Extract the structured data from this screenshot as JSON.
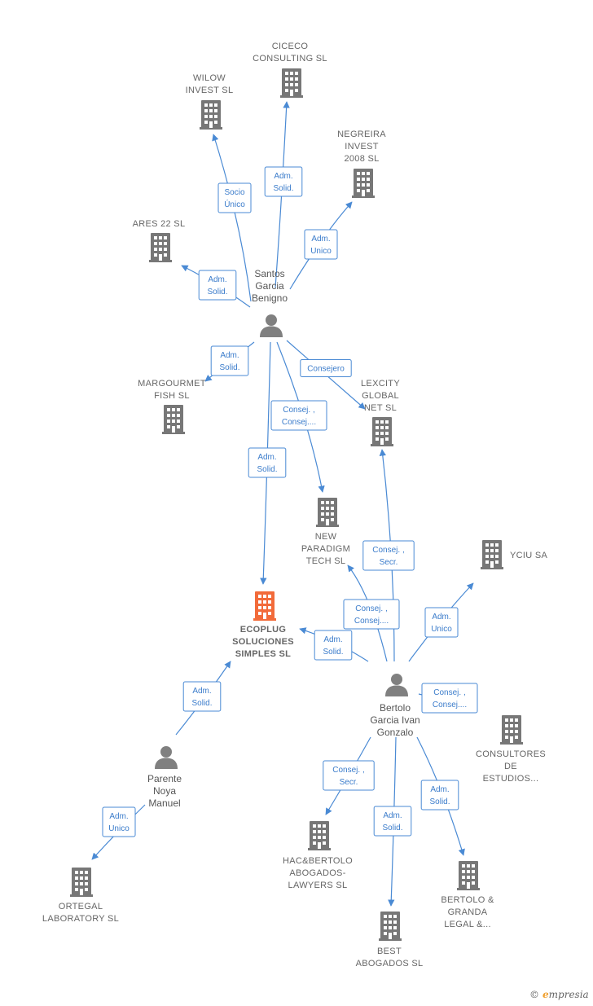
{
  "colors": {
    "accent": "#4a8ad4",
    "building": "#777777",
    "building_main": "#f26b3a",
    "person": "#808080"
  },
  "companies": [
    {
      "id": "ciceco",
      "lines": [
        "CICECO",
        "CONSULTING SL"
      ],
      "icon": "building-icon"
    },
    {
      "id": "wilow",
      "lines": [
        "WILOW",
        "INVEST SL"
      ],
      "icon": "building-icon"
    },
    {
      "id": "negreira",
      "lines": [
        "NEGREIRA",
        "INVEST",
        "2008 SL"
      ],
      "icon": "building-icon"
    },
    {
      "id": "ares",
      "lines": [
        "ARES 22  SL"
      ],
      "icon": "building-icon"
    },
    {
      "id": "margourmet",
      "lines": [
        "MARGOURMET",
        "FISH  SL"
      ],
      "icon": "building-icon"
    },
    {
      "id": "lexcity",
      "lines": [
        "LEXCITY",
        "GLOBAL",
        "NET  SL"
      ],
      "icon": "building-icon"
    },
    {
      "id": "newparadigm",
      "lines": [
        "NEW",
        "PARADIGM",
        "TECH  SL"
      ],
      "icon": "building-icon"
    },
    {
      "id": "yciu",
      "lines": [
        "YCIU SA"
      ],
      "icon": "building-icon"
    },
    {
      "id": "ecoplug",
      "lines": [
        "ECOPLUG",
        "SOLUCIONES",
        "SIMPLES  SL"
      ],
      "icon": "building-icon",
      "main": true
    },
    {
      "id": "consultores",
      "lines": [
        "CONSULTORES",
        "DE",
        "ESTUDIOS..."
      ],
      "icon": "building-icon"
    },
    {
      "id": "hacbertolo",
      "lines": [
        "HAC&BERTOLO",
        "ABOGADOS-",
        "LAWYERS  SL"
      ],
      "icon": "building-icon"
    },
    {
      "id": "bertolo",
      "lines": [
        "BERTOLO &",
        "GRANDA",
        "LEGAL &..."
      ],
      "icon": "building-icon"
    },
    {
      "id": "best",
      "lines": [
        "BEST",
        "ABOGADOS  SL"
      ],
      "icon": "building-icon"
    },
    {
      "id": "ortegal",
      "lines": [
        "ORTEGAL",
        "LABORATORY SL"
      ],
      "icon": "building-icon"
    }
  ],
  "persons": [
    {
      "id": "santos",
      "lines": [
        "Santos",
        "Garcia",
        "Benigno"
      ],
      "icon": "person-icon"
    },
    {
      "id": "bertolo_p",
      "lines": [
        "Bertolo",
        "Garcia Ivan",
        "Gonzalo"
      ],
      "icon": "person-icon"
    },
    {
      "id": "parente",
      "lines": [
        "Parente",
        "Noya",
        "Manuel"
      ],
      "icon": "person-icon"
    }
  ],
  "edges": [
    {
      "from": "santos",
      "to": "wilow",
      "label": [
        "Socio",
        "Único"
      ]
    },
    {
      "from": "santos",
      "to": "ciceco",
      "label": [
        "Adm.",
        "Solid."
      ]
    },
    {
      "from": "santos",
      "to": "negreira",
      "label": [
        "Adm.",
        "Unico"
      ]
    },
    {
      "from": "santos",
      "to": "ares",
      "label": [
        "Adm.",
        "Solid."
      ]
    },
    {
      "from": "santos",
      "to": "margourmet",
      "label": [
        "Adm.",
        "Solid."
      ]
    },
    {
      "from": "santos",
      "to": "lexcity",
      "label": [
        "Consejero"
      ]
    },
    {
      "from": "santos",
      "to": "newparadigm",
      "label": [
        "Consej. ,",
        "Consej...."
      ]
    },
    {
      "from": "santos",
      "to": "ecoplug",
      "label": [
        "Adm.",
        "Solid."
      ]
    },
    {
      "from": "bertolo_p",
      "to": "lexcity",
      "label": [
        "Consej. ,",
        "Secr."
      ]
    },
    {
      "from": "bertolo_p",
      "to": "newparadigm",
      "label": [
        "Consej. ,",
        "Consej...."
      ]
    },
    {
      "from": "bertolo_p",
      "to": "ecoplug",
      "label": [
        "Adm.",
        "Solid."
      ]
    },
    {
      "from": "bertolo_p",
      "to": "yciu",
      "label": [
        "Adm.",
        "Unico"
      ]
    },
    {
      "from": "bertolo_p",
      "to": "consultores",
      "label": [
        "Consej. ,",
        "Consej...."
      ]
    },
    {
      "from": "bertolo_p",
      "to": "hacbertolo",
      "label": [
        "Consej. ,",
        "Secr."
      ]
    },
    {
      "from": "bertolo_p",
      "to": "best",
      "label": [
        "Adm.",
        "Solid."
      ]
    },
    {
      "from": "bertolo_p",
      "to": "bertolo",
      "label": [
        "Adm.",
        "Solid."
      ]
    },
    {
      "from": "parente",
      "to": "ecoplug",
      "label": [
        "Adm.",
        "Solid."
      ]
    },
    {
      "from": "parente",
      "to": "ortegal",
      "label": [
        "Adm.",
        "Unico"
      ]
    }
  ],
  "footer": {
    "copyright": "©",
    "brand_initial": "e",
    "brand_rest": "mpresia"
  }
}
